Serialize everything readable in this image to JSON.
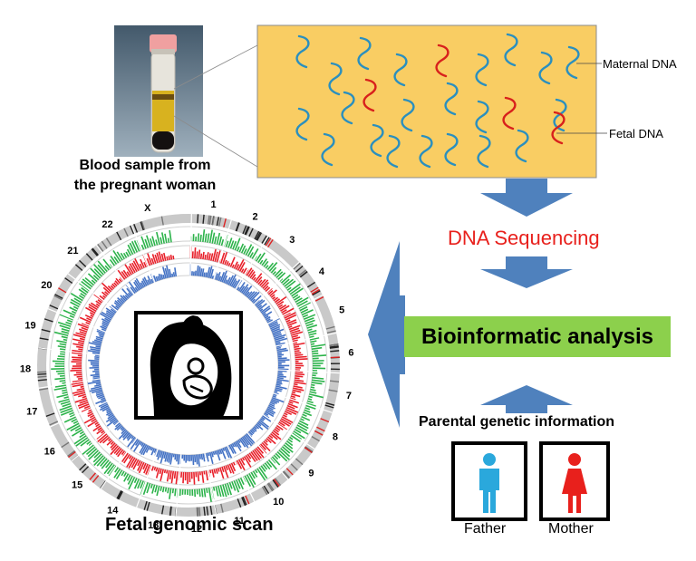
{
  "blood_sample": {
    "caption_line1": "Blood sample from",
    "caption_line2": "the pregnant woman"
  },
  "dna_panel": {
    "maternal_label": "Maternal DNA",
    "fetal_label": "Fetal DNA",
    "maternal_color": "#2a8fbf",
    "fetal_color": "#d8201c",
    "panel_color": "#f9cd63"
  },
  "pipeline": {
    "sequencing_label": "DNA Sequencing",
    "analysis_label": "Bioinformatic analysis",
    "parental_label": "Parental genetic information",
    "arrow_color": "#4f81bd"
  },
  "parents": {
    "father_label": "Father",
    "mother_label": "Mother",
    "father_color": "#2aa8dc",
    "mother_color": "#e8201c"
  },
  "genomic_scan": {
    "title": "Fetal genomic scan",
    "chromosomes": [
      "1",
      "2",
      "3",
      "4",
      "5",
      "6",
      "7",
      "8",
      "9",
      "10",
      "11",
      "12",
      "13",
      "14",
      "15",
      "16",
      "17",
      "18",
      "19",
      "20",
      "21",
      "22",
      "X"
    ],
    "ring_colors": {
      "outer": "#2cb34a",
      "middle": "#e8202a",
      "inner": "#4472c4"
    }
  }
}
